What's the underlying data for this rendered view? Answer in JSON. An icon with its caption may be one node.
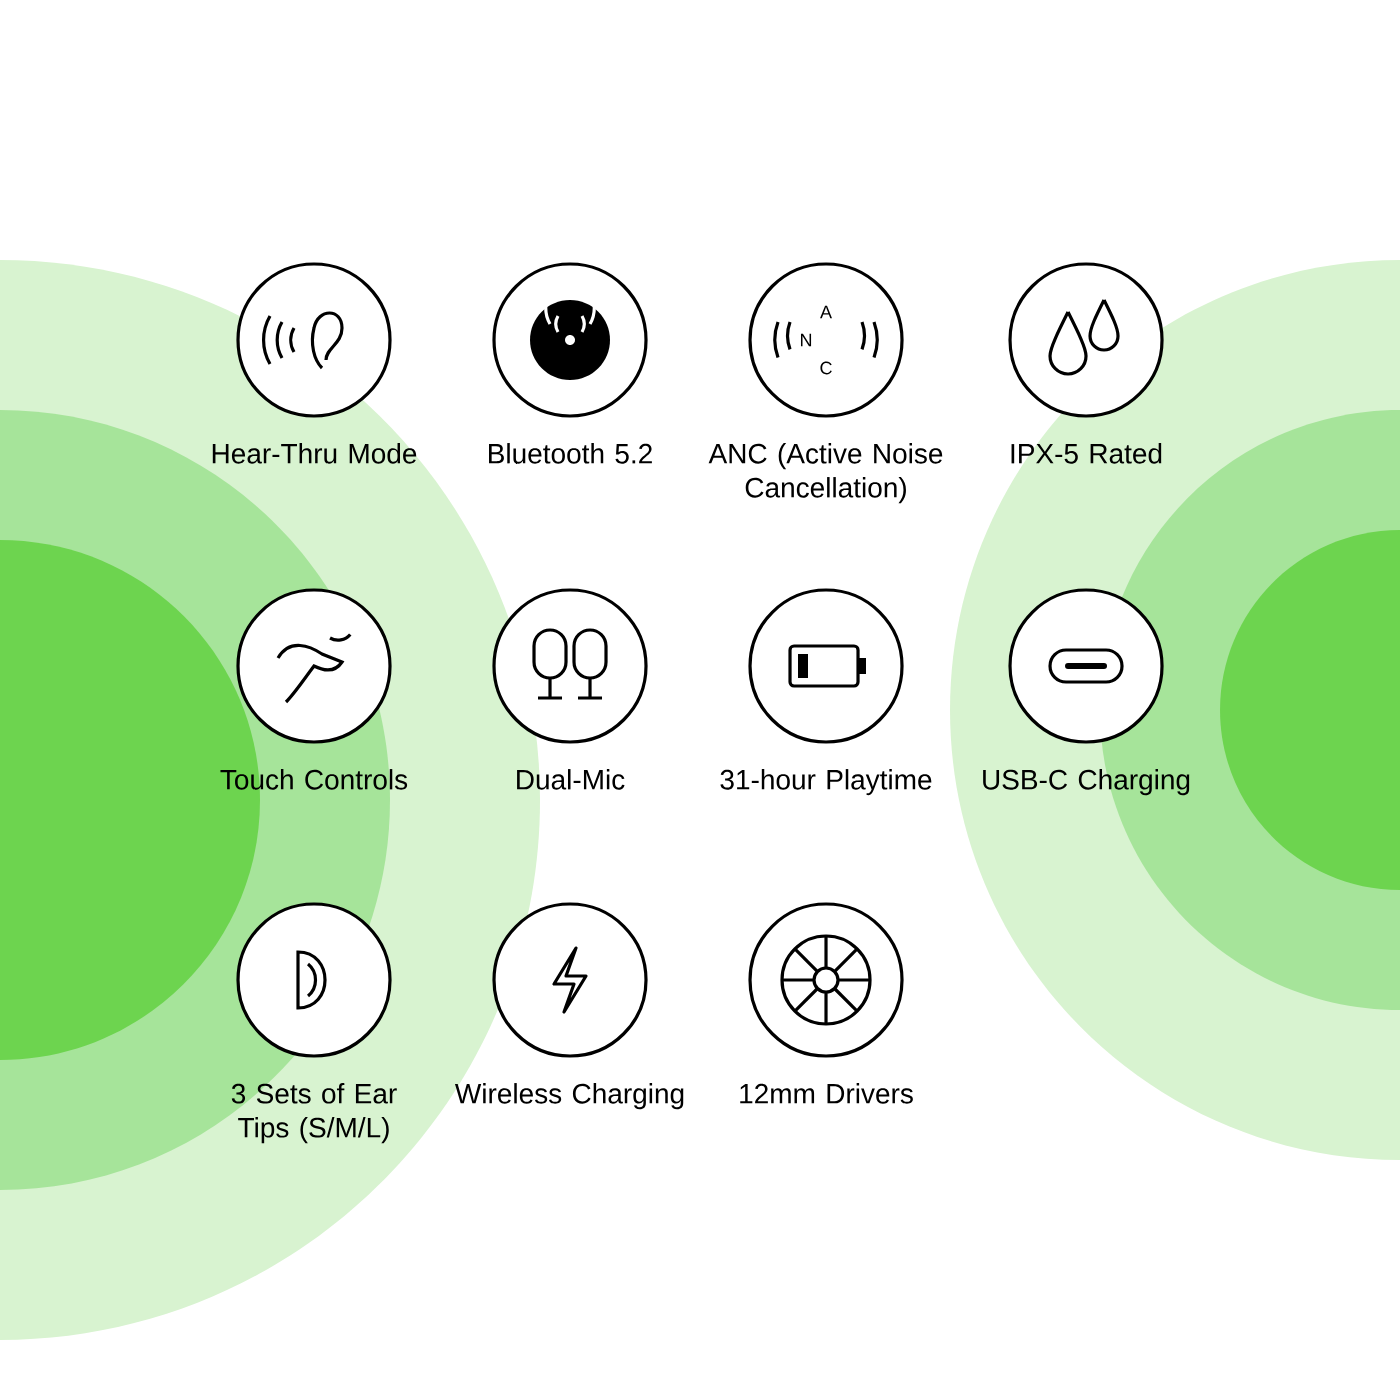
{
  "diagram": {
    "nodes": [
      {
        "text": [
          "Hear-Thru Mode"
        ]
      },
      {
        "text": [
          "Bluetooth 5.2"
        ]
      },
      {
        "text": [
          "ANC (Active Noise Cancellation)"
        ]
      },
      {
        "text": [
          "IPX-5 Rated"
        ]
      },
      {
        "text": [
          "Touch Controls"
        ]
      },
      {
        "text": [
          "Dual-Mic"
        ]
      },
      {
        "text": [
          "31-hour Playtime"
        ]
      },
      {
        "text": [
          "USB-C Charging"
        ]
      },
      {
        "text": [
          "3 Sets of Ear Tips (S/M/L)"
        ]
      },
      {
        "text": [
          "Wireless Charging"
        ]
      },
      {
        "text": [
          "12mm Drivers"
        ]
      }
    ],
    "labels": [
      "A",
      "N",
      "C"
    ]
  }
}
